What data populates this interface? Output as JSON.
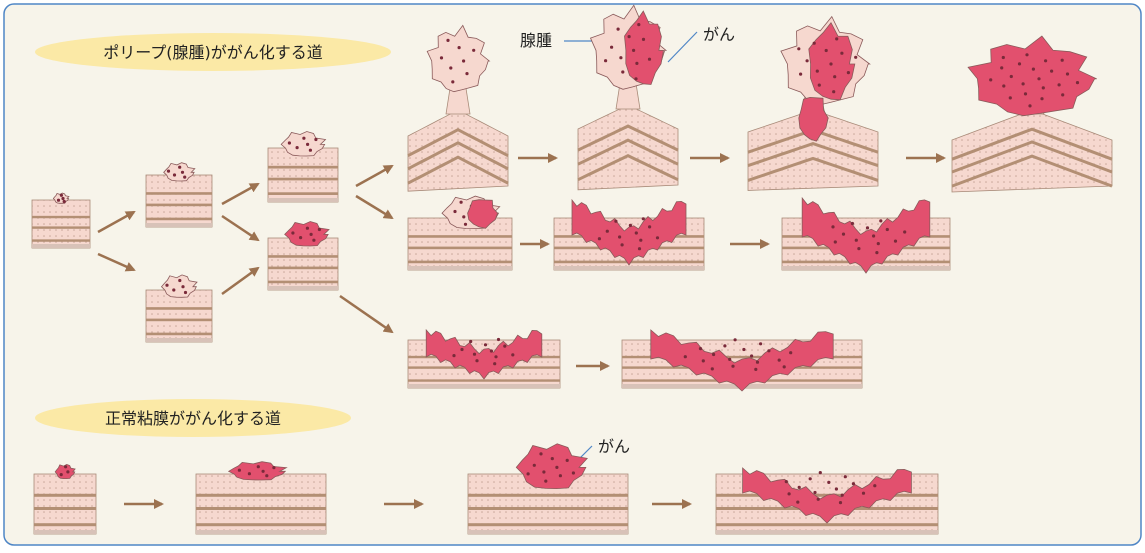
{
  "route_polyp": {
    "label": "ポリープ(腺腫)ががん化する道"
  },
  "route_normal": {
    "label": "正常粘膜ががん化する道"
  },
  "callouts": {
    "adenoma": "腺腫",
    "cancer_top": "がん",
    "cancer_bottom": "がん"
  },
  "colors": {
    "frame": "#4f86c6",
    "background": "#f7f4ea",
    "label_pill": "#fbe9a6",
    "tissue": "#f6d8cf",
    "muscle_band": "#b38f74",
    "cancer": "#e2506e",
    "arrow": "#9c7250"
  },
  "icons": {
    "arrow": "arrow-right-icon"
  }
}
